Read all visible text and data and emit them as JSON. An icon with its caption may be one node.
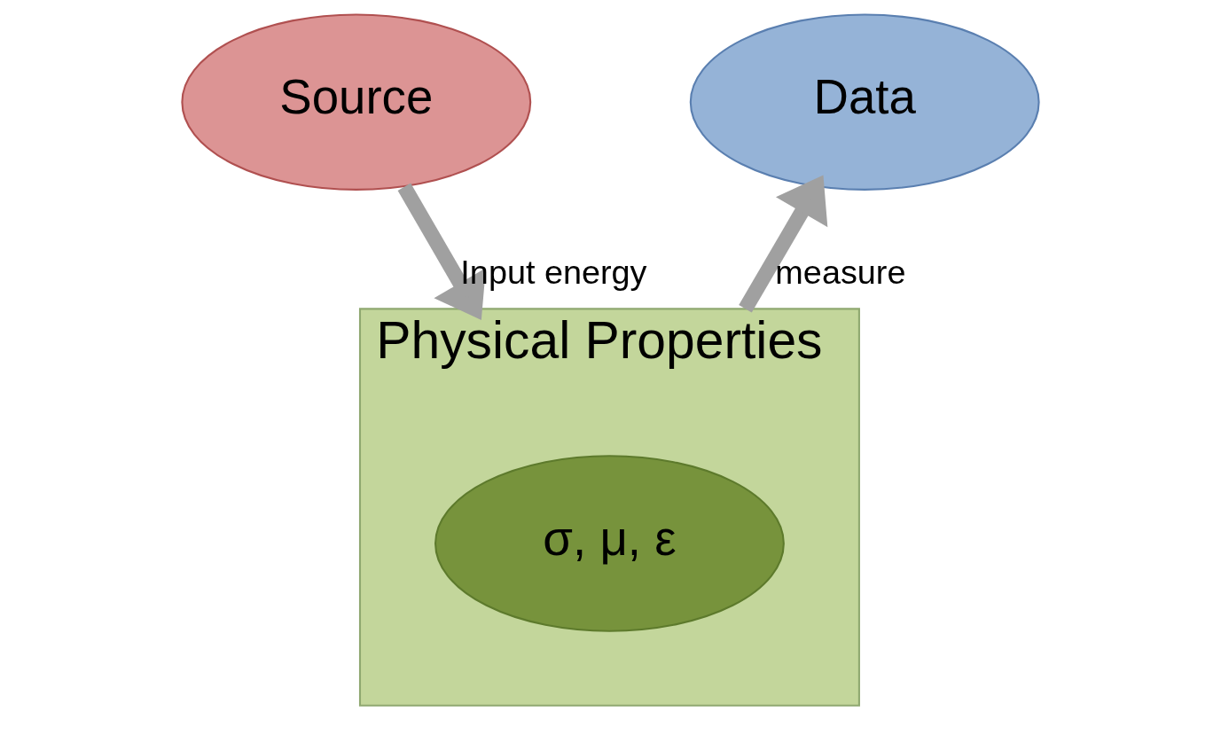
{
  "diagram": {
    "nodes": [
      {
        "text": [
          "Source"
        ]
      },
      {
        "text": [
          "Data"
        ]
      },
      {
        "text": [
          "Physical Properties"
        ]
      },
      {
        "text": [
          "σ, μ, ε"
        ],
        "in": 2
      }
    ],
    "edges": [
      {
        "from": 0,
        "to": 2,
        "arrow": "to",
        "label": "Input energy"
      },
      {
        "from": 2,
        "to": 1,
        "arrow": "to",
        "label": "measure"
      }
    ]
  }
}
